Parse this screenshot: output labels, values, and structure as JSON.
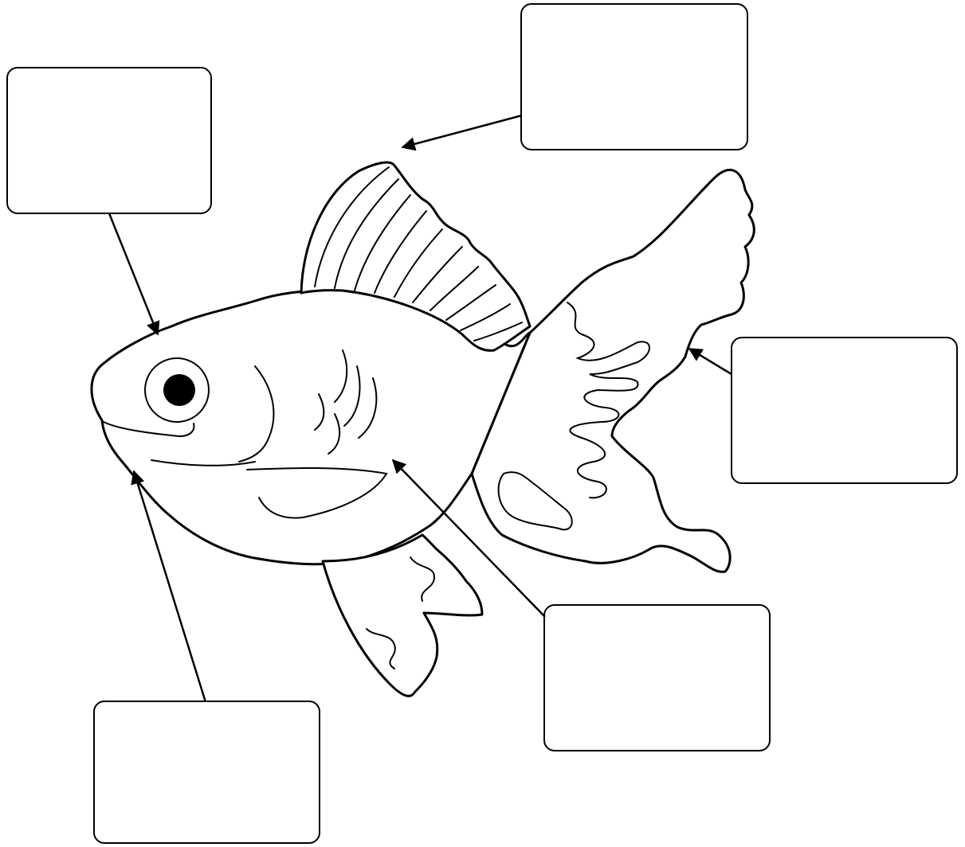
{
  "worksheet": {
    "boxes": [
      {
        "id": "head-label",
        "answer": ""
      },
      {
        "id": "dorsal-fin-label",
        "answer": ""
      },
      {
        "id": "tail-fin-label",
        "answer": ""
      },
      {
        "id": "body-label",
        "answer": ""
      },
      {
        "id": "mouth-label",
        "answer": ""
      }
    ]
  },
  "colors": {
    "line": "#000000",
    "background": "#ffffff"
  }
}
